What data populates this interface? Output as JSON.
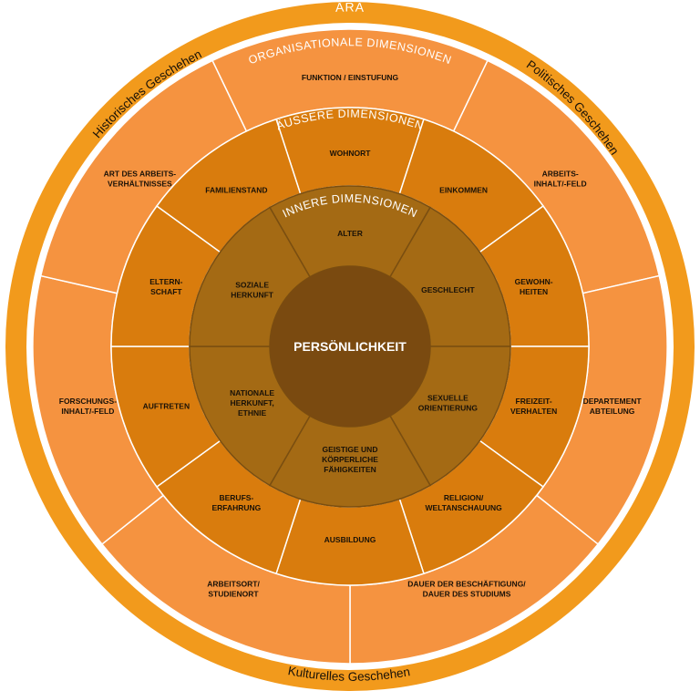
{
  "era": {
    "title": "ÄRA",
    "left": "Historisches Geschehen",
    "right": "Politisches Geschehen",
    "bottom": "Kulturelles Geschehen"
  },
  "rings": {
    "organisational": {
      "title": "ORGANISATIONALE DIMENSIONEN",
      "segments": [
        [
          "FUNKTION / EINSTUFUNG"
        ],
        [
          "ARBEITS-",
          "INHALT/-FELD"
        ],
        [
          "DEPARTEMENT",
          "ABTEILUNG"
        ],
        [
          "DAUER DER BESCHÄFTIGUNG/",
          "DAUER DES STUDIUMS"
        ],
        [
          "ARBEITSORT/",
          "STUDIENORT"
        ],
        [
          "FORSCHUNGS-",
          "INHALT/-FELD"
        ],
        [
          "ART DES ARBEITS-",
          "VERHÄLTNISSES"
        ]
      ]
    },
    "outer": {
      "title": "ÄUSSERE DIMENSIONEN",
      "segments": [
        [
          "WOHNORT"
        ],
        [
          "EINKOMMEN"
        ],
        [
          "GEWOHN-",
          "HEITEN"
        ],
        [
          "FREIZEIT-",
          "VERHALTEN"
        ],
        [
          "RELIGION/",
          "WELTANSCHAUUNG"
        ],
        [
          "AUSBILDUNG"
        ],
        [
          "BERUFS-",
          "ERFAHRUNG"
        ],
        [
          "AUFTRETEN"
        ],
        [
          "ELTERN-",
          "SCHAFT"
        ],
        [
          "FAMILIENSTAND"
        ]
      ]
    },
    "inner": {
      "title": "INNERE DIMENSIONEN",
      "segments": [
        [
          "ALTER"
        ],
        [
          "GESCHLECHT"
        ],
        [
          "SEXUELLE",
          "ORIENTIERUNG"
        ],
        [
          "GEISTIGE UND",
          "KÖRPERLICHE",
          "FÄHIGKEITEN"
        ],
        [
          "NATIONALE",
          "HERKUNFT,",
          "ETHNIE"
        ],
        [
          "SOZIALE",
          "HERKUNFT"
        ]
      ]
    },
    "core": "PERSÖNLICHKEIT"
  },
  "colors": {
    "era_ring": "#f29a1c",
    "organisational": "#f59340",
    "outer": "#d97c0d",
    "inner": "#a46a14",
    "core": "#7a4a10",
    "separator": "#ffffff",
    "inner_separator": "#7a4e10"
  }
}
